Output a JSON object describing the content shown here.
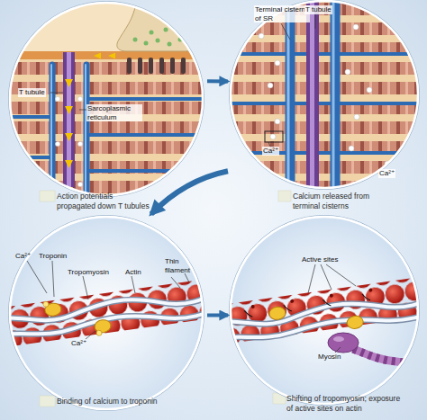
{
  "diagram": {
    "nodes": [
      {
        "text": [
          "Action potentials propagated down T tubules"
        ]
      },
      {
        "text": [
          "Calcium released from terminal cisterns"
        ]
      },
      {
        "text": [
          "Binding of calcium to troponin"
        ]
      },
      {
        "text": [
          "Shifting of tropomyosin; exposure of active sites on actin"
        ]
      }
    ],
    "edges": [
      {
        "from": 0,
        "to": 1,
        "arrow": "to"
      },
      {
        "from": 1,
        "to": 2,
        "arrow": "to"
      },
      {
        "from": 2,
        "to": 3,
        "arrow": "to"
      }
    ],
    "labels": [
      "T tubule",
      "Sarcoplasmic reticulum",
      "Terminal cistern of SR",
      "T tubule",
      "Ca²⁺",
      "Ca²⁺",
      "Ca²⁺",
      "Troponin",
      "Tropomyosin",
      "Actin",
      "Thin filament",
      "Ca²⁺",
      "Active sites",
      "Myosin"
    ]
  }
}
